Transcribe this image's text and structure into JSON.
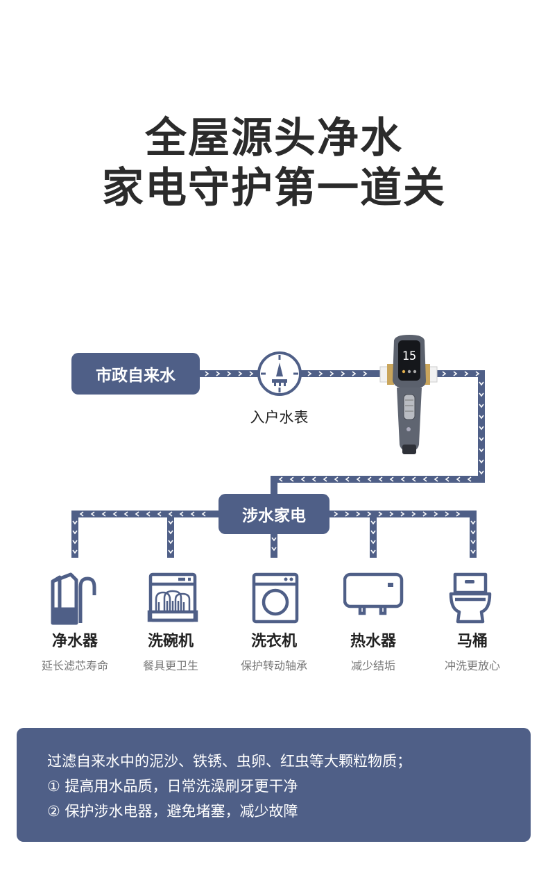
{
  "title": {
    "line1": "全屋源头净水",
    "line2": "家电守护第一道关"
  },
  "diagram": {
    "source_label": "市政自来水",
    "meter_label": "入户水表",
    "appliance_hub_label": "涉水家电",
    "filter_display": "15",
    "appliances": [
      {
        "name": "净水器",
        "desc": "延长滤芯寿命",
        "icon": "water-purifier-icon"
      },
      {
        "name": "洗碗机",
        "desc": "餐具更卫生",
        "icon": "dishwasher-icon"
      },
      {
        "name": "洗衣机",
        "desc": "保护转动轴承",
        "icon": "washing-machine-icon"
      },
      {
        "name": "热水器",
        "desc": "减少结垢",
        "icon": "water-heater-icon"
      },
      {
        "name": "马桶",
        "desc": "冲洗更放心",
        "icon": "toilet-icon"
      }
    ]
  },
  "info": {
    "line1": "过滤自来水中的泥沙、铁锈、虫卵、红虫等大颗粒物质；",
    "line2": "① 提高用水品质，日常洗澡刷牙更干净",
    "line3": "② 保护涉水电器，避免堵塞，减少故障"
  },
  "colors": {
    "accent": "#4f5f87",
    "title": "#2b2b2b"
  }
}
